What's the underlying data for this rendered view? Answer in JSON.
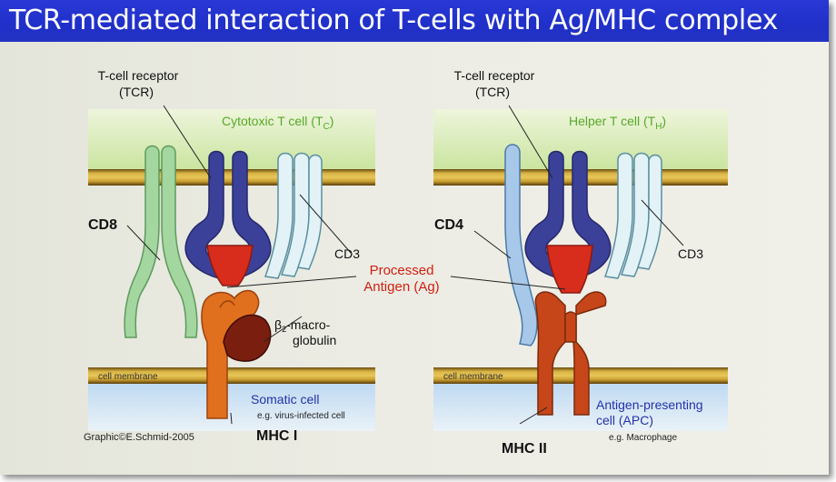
{
  "title": "TCR-mediated interaction of T-cells with Ag/MHC complex",
  "left_panel": {
    "tcr_label_line1": "T-cell receptor",
    "tcr_label_line2": "(TCR)",
    "cell_type": "Cytotoxic T cell  (T",
    "cell_type_sub": "C",
    "cell_type_close": ")",
    "coreceptor": "CD8",
    "cd3": "CD3",
    "b2m_prefix": "β",
    "b2m_sub": "2",
    "b2m_line1": "-macro-",
    "b2m_line2": "globulin",
    "membrane": "cell membrane",
    "target_cell": "Somatic cell",
    "target_cell_example": "e.g. virus-infected cell",
    "mhc": "MHC I",
    "credit": "Graphic©E.Schmid-2005"
  },
  "right_panel": {
    "tcr_label_line1": "T-cell receptor",
    "tcr_label_line2": "(TCR)",
    "cell_type": "Helper T cell  (T",
    "cell_type_sub": "H",
    "cell_type_close": ")",
    "coreceptor": "CD4",
    "cd3": "CD3",
    "membrane": "cell membrane",
    "target_cell_line1": "Antigen-presenting",
    "target_cell_line2": "cell (APC)",
    "target_cell_example": "e.g. Macrophage",
    "mhc": "MHC II"
  },
  "antigen_line1": "Processed",
  "antigen_line2": "Antigen (Ag)",
  "colors": {
    "title_bar": "#2233cc",
    "t_cell_zone": "#cfe8a4",
    "apc_zone": "#c4dcf2",
    "membrane": "#c8a232",
    "tcr": "#3a3f94",
    "antigen": "#d8281a",
    "cd8": "#a8d8a4",
    "cd4": "#a8c8ea",
    "cd3": "#dff0f6",
    "mhc1": "#e0701e",
    "mhc2": "#c6451a",
    "b2m": "#7a1e10",
    "label_green": "#58a82a",
    "label_red": "#d02010",
    "label_blue": "#2233aa"
  }
}
